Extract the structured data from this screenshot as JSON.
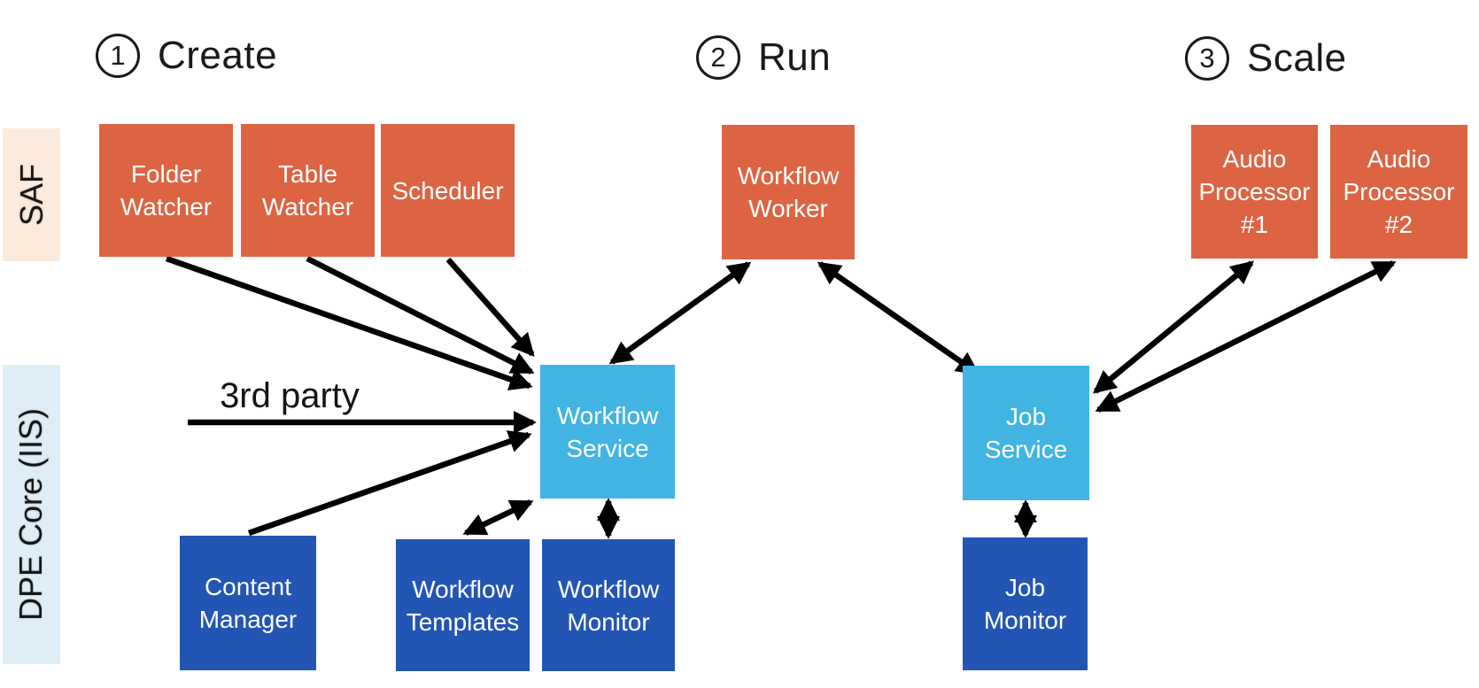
{
  "title": "Workflow architecture diagram: Create, Run, Scale",
  "colors": {
    "orange": "#DD6443",
    "light_blue": "#41B4E3",
    "dark_blue": "#2355B4",
    "saf_bg": "#FCEADC",
    "dpe_bg": "#DFEEF6",
    "arrow": "#000000",
    "heading": "#1A1A1A",
    "node_text": "#FFFFFF"
  },
  "headings": {
    "create": {
      "number": "1",
      "label": "Create"
    },
    "run": {
      "number": "2",
      "label": "Run"
    },
    "scale": {
      "number": "3",
      "label": "Scale"
    }
  },
  "lanes": {
    "saf": {
      "label": "SAF"
    },
    "dpe": {
      "label": "DPE Core (IIS)"
    }
  },
  "third_party": {
    "label": "3rd party"
  },
  "nodes": {
    "folder_watcher": {
      "label": [
        "Folder",
        "Watcher"
      ],
      "group": "SAF",
      "color": "orange"
    },
    "table_watcher": {
      "label": [
        "Table",
        "Watcher"
      ],
      "group": "SAF",
      "color": "orange"
    },
    "scheduler": {
      "label": [
        "Scheduler"
      ],
      "group": "SAF",
      "color": "orange"
    },
    "workflow_worker": {
      "label": [
        "Workflow",
        "Worker"
      ],
      "group": "Run",
      "color": "orange"
    },
    "audio_processor_1": {
      "label": [
        "Audio",
        "Processor",
        "#1"
      ],
      "group": "Scale",
      "color": "orange"
    },
    "audio_processor_2": {
      "label": [
        "Audio",
        "Processor",
        "#2"
      ],
      "group": "Scale",
      "color": "orange"
    },
    "workflow_service": {
      "label": [
        "Workflow",
        "Service"
      ],
      "group": "DPE Core (IIS)",
      "color": "light_blue"
    },
    "job_service": {
      "label": [
        "Job",
        "Service"
      ],
      "group": "DPE Core (IIS)",
      "color": "light_blue"
    },
    "content_manager": {
      "label": [
        "Content",
        "Manager"
      ],
      "group": "DPE Core (IIS)",
      "color": "dark_blue"
    },
    "workflow_templates": {
      "label": [
        "Workflow",
        "Templates"
      ],
      "group": "DPE Core (IIS)",
      "color": "dark_blue"
    },
    "workflow_monitor": {
      "label": [
        "Workflow",
        "Monitor"
      ],
      "group": "DPE Core (IIS)",
      "color": "dark_blue"
    },
    "job_monitor": {
      "label": [
        "Job",
        "Monitor"
      ],
      "group": "DPE Core (IIS)",
      "color": "dark_blue"
    }
  },
  "edges": [
    {
      "from": "folder_watcher",
      "to": "workflow_service",
      "bidirectional": false
    },
    {
      "from": "table_watcher",
      "to": "workflow_service",
      "bidirectional": false
    },
    {
      "from": "scheduler",
      "to": "workflow_service",
      "bidirectional": false
    },
    {
      "from": "third_party",
      "to": "workflow_service",
      "bidirectional": false
    },
    {
      "from": "content_manager",
      "to": "workflow_service",
      "bidirectional": false
    },
    {
      "from": "workflow_service",
      "to": "workflow_worker",
      "bidirectional": true
    },
    {
      "from": "workflow_worker",
      "to": "job_service",
      "bidirectional": true
    },
    {
      "from": "job_service",
      "to": "audio_processor_1",
      "bidirectional": true
    },
    {
      "from": "job_service",
      "to": "audio_processor_2",
      "bidirectional": true
    },
    {
      "from": "workflow_service",
      "to": "workflow_templates",
      "bidirectional": true
    },
    {
      "from": "workflow_service",
      "to": "workflow_monitor",
      "bidirectional": true
    },
    {
      "from": "job_service",
      "to": "job_monitor",
      "bidirectional": true
    }
  ]
}
